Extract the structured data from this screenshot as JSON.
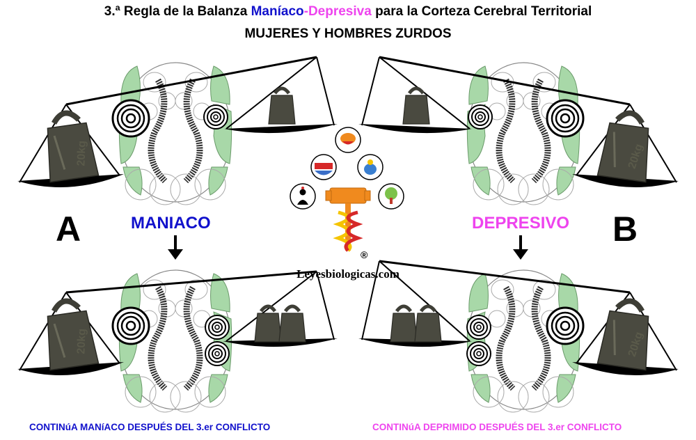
{
  "title": {
    "part1": "3.ª Regla de la Balanza ",
    "maniac": "Maníaco",
    "dash": "-",
    "depressive": "Depresiva",
    "part2": " para la Corteza Cerebral Territorial",
    "subtitle": "MUJERES Y HOMBRES ZURDOS"
  },
  "labels": {
    "a": "A",
    "b": "B",
    "maniaco": "MANIACO",
    "depresivo": "DEPRESIVO",
    "caption_left": "CONTINúA MANíACO DESPUÉS DEL 3.er CONFLICTO",
    "caption_right": "CONTINúA DEPRIMIDO DESPUÉS DEL 3.er CONFLICTO",
    "site": "Leyesbiologicas.com",
    "registered": "®",
    "weight": "20kg"
  },
  "colors": {
    "maniac": "#1111cc",
    "depressive": "#ee44ee",
    "cortex_green": "#a8d8a8",
    "weight_dark": "#3e3e36",
    "logo_orange": "#f08a1e",
    "logo_red": "#d62828",
    "logo_yellow": "#f5c400"
  }
}
